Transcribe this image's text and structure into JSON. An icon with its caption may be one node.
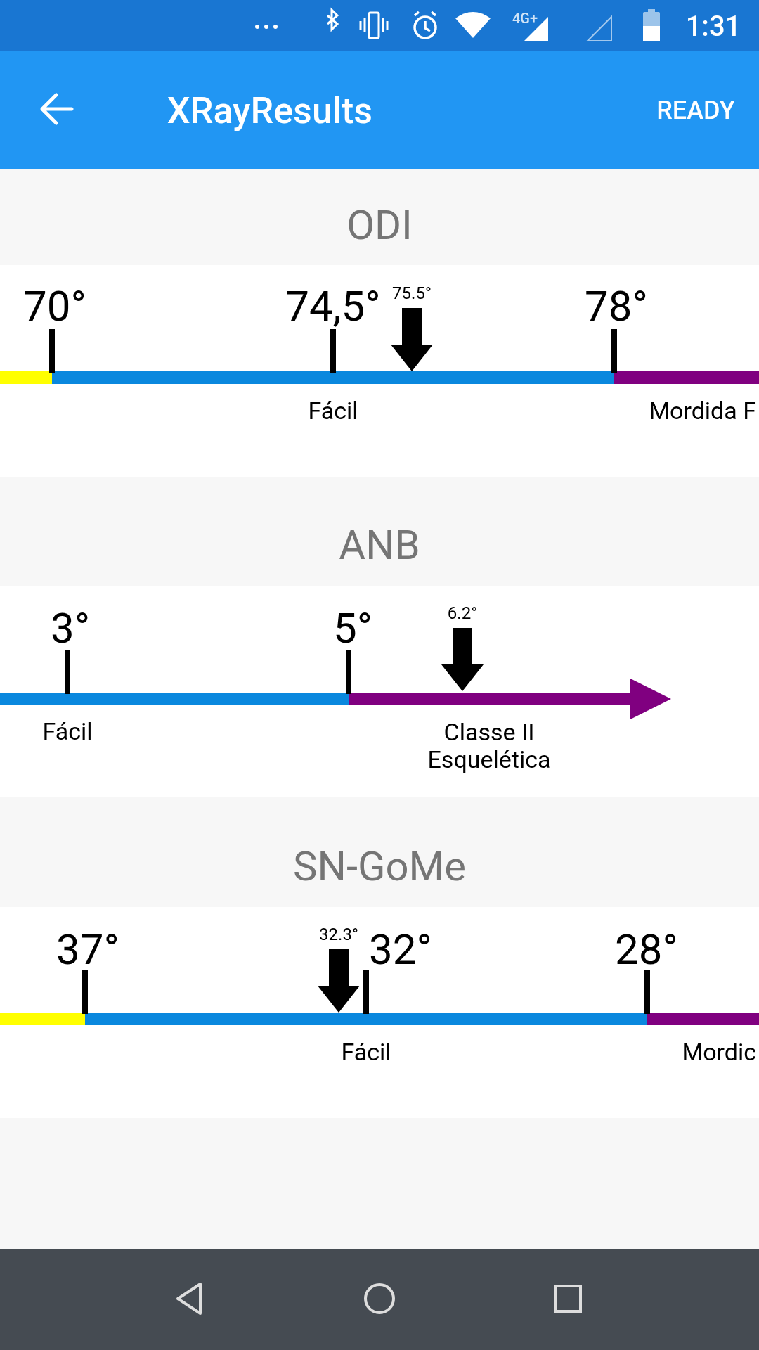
{
  "diagram": {
    "labels": [
      "4G+",
      "1:31",
      "XRayResults",
      "READY",
      "ODI",
      "70°",
      "74,5°",
      "75.5°",
      "78°",
      "Fácil",
      "Mordida F",
      "ANB",
      "3°",
      "5°",
      "6.2°",
      "Fácil",
      "Classe II Esquelética",
      "SN-GoMe",
      "37°",
      "32.3°",
      "32°",
      "28°",
      "Fácil",
      "Mordic"
    ]
  }
}
